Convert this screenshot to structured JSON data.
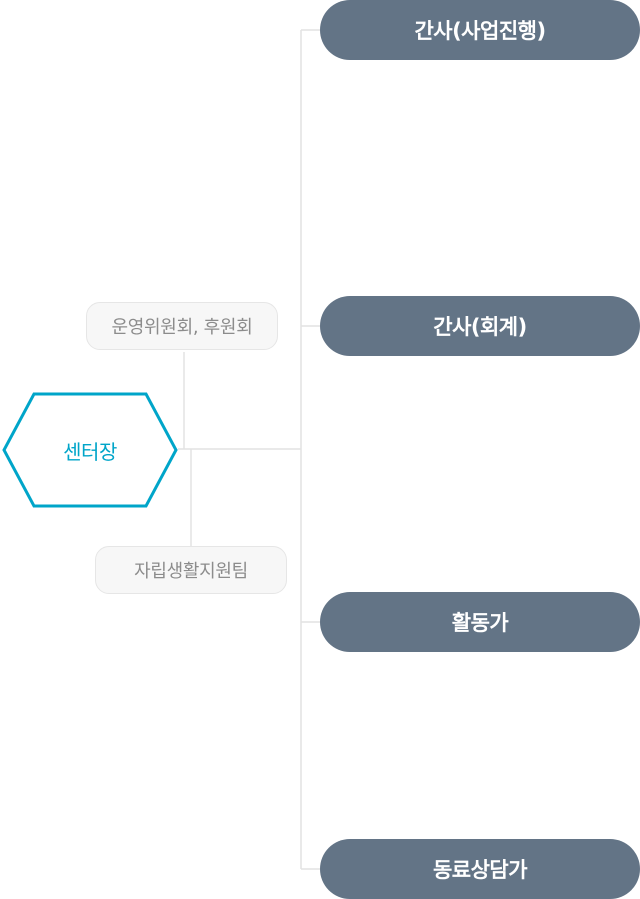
{
  "diagram": {
    "center": {
      "label": "센터장"
    },
    "side_nodes": [
      {
        "label": "운영위원회, 후원회"
      },
      {
        "label": "자립생활지원팀"
      }
    ],
    "right_nodes": [
      {
        "label": "간사(사업진행)"
      },
      {
        "label": "간사(회계)"
      },
      {
        "label": "활동가"
      },
      {
        "label": "동료상담가"
      }
    ]
  },
  "colors": {
    "node_fill": "#637486",
    "node_text": "#ffffff",
    "center_stroke": "#00a5c9",
    "center_text": "#00a5c9",
    "side_fill": "#f7f7f7",
    "side_text": "#8c8c8c",
    "connector": "#dddddd"
  }
}
